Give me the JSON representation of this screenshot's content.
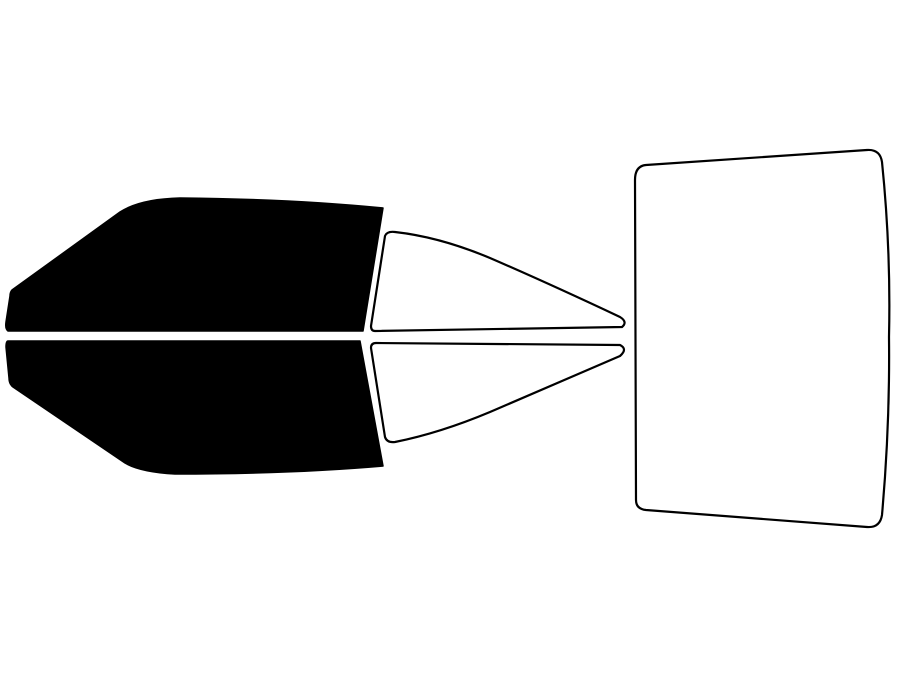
{
  "diagram": {
    "kind": "window-tint-template",
    "colors": {
      "background": "#ffffff",
      "tinted": "#000000",
      "untinted": "#ffffff",
      "outline": "#000000"
    },
    "panels": [
      {
        "name": "front-door-window-top",
        "shading": "tinted"
      },
      {
        "name": "front-door-window-bottom",
        "shading": "tinted"
      },
      {
        "name": "rear-quarter-window-top",
        "shading": "untinted"
      },
      {
        "name": "rear-quarter-window-bottom",
        "shading": "untinted"
      },
      {
        "name": "rear-windshield",
        "shading": "untinted"
      }
    ]
  }
}
